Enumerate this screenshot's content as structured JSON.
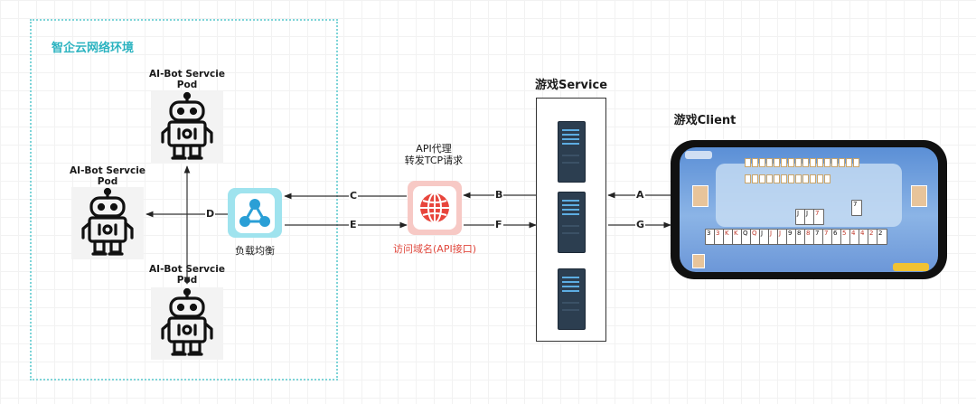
{
  "cloud_env": {
    "title": "智企云网络环境"
  },
  "pods": [
    {
      "label": "AI-Bot Servcie\nPod"
    },
    {
      "label": "AI-Bot Servcie\nPod"
    },
    {
      "label": "AI-Bot Servcie\nPod"
    }
  ],
  "load_balancer": {
    "label": "负载均衡"
  },
  "api_proxy": {
    "top_label": "API代理\n转发TCP请求",
    "bottom_label": "访问域名(API接口)"
  },
  "game_service": {
    "title": "游戏Service"
  },
  "game_client": {
    "title": "游戏Client"
  },
  "arrows": {
    "a": "A",
    "b": "B",
    "c": "C",
    "d": "D",
    "e": "E",
    "f": "F",
    "g": "G"
  },
  "colors": {
    "cloud_border": "#7ed4d8",
    "cloud_title": "#2bb3c0",
    "api_label": "#e0473c",
    "lb_accent": "#2a9fd6",
    "api_accent": "#e8453c"
  },
  "icons": {
    "pod": "robot-icon",
    "load_balancer": "network-nodes-icon",
    "api": "globe-icon",
    "server": "server-rack-icon",
    "client": "smartphone-icon"
  }
}
